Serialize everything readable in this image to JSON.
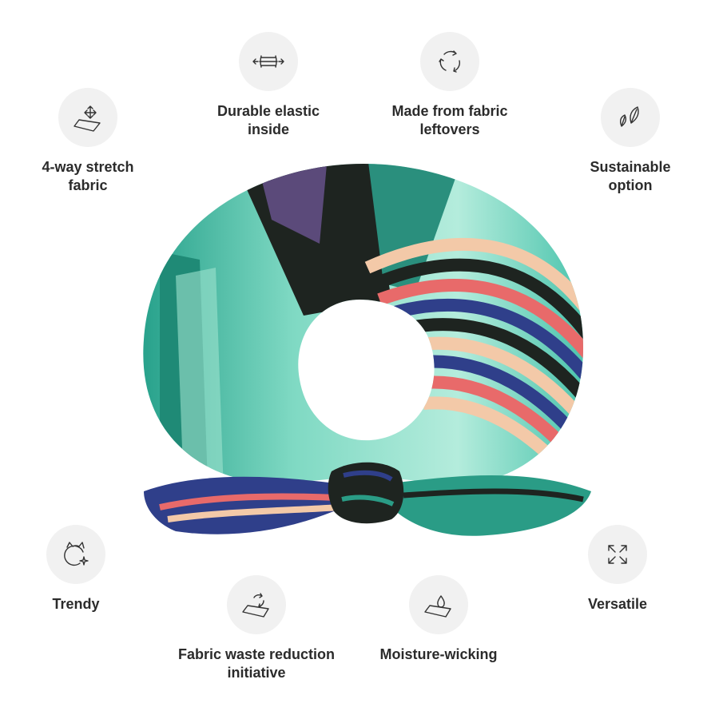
{
  "features": [
    {
      "id": "stretch",
      "label": "4-way stretch\nfabric",
      "icon": "stretch-arrows-icon"
    },
    {
      "id": "elastic",
      "label": "Durable elastic\ninside",
      "icon": "elastic-band-icon"
    },
    {
      "id": "leftovers",
      "label": "Made from fabric\nleftovers",
      "icon": "recycle-arrows-icon"
    },
    {
      "id": "sustainable",
      "label": "Sustainable\noption",
      "icon": "leaves-icon"
    },
    {
      "id": "trendy",
      "label": "Trendy",
      "icon": "cat-sparkle-icon"
    },
    {
      "id": "waste",
      "label": "Fabric waste reduction\ninitiative",
      "icon": "fabric-recycle-icon"
    },
    {
      "id": "moisture",
      "label": "Moisture-wicking",
      "icon": "water-drop-fabric-icon"
    },
    {
      "id": "versatile",
      "label": "Versatile",
      "icon": "expand-arrows-icon"
    }
  ],
  "colors": {
    "icon_bg": "#f1f1f1",
    "text": "#2b2b2b",
    "teal": "#3fbfa7",
    "mint": "#9fe3cf",
    "navy": "#2f3f8a",
    "coral": "#e86a6a",
    "peach": "#f3c9a8",
    "black": "#1e2420",
    "purple": "#5b4a7a"
  }
}
